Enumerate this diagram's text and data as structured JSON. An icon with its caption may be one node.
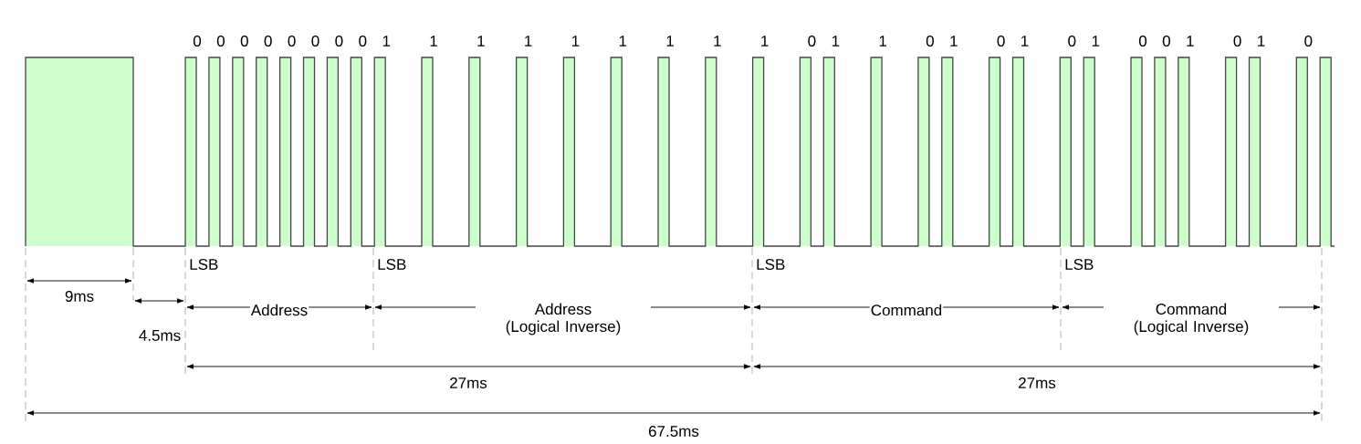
{
  "diagram": {
    "labels": [
      "0",
      "0",
      "0",
      "0",
      "0",
      "0",
      "0",
      "0",
      "1",
      "1",
      "1",
      "1",
      "1",
      "1",
      "1",
      "1",
      "1",
      "0",
      "1",
      "1",
      "0",
      "1",
      "0",
      "1",
      "0",
      "1",
      "0",
      "0",
      "1",
      "0",
      "1",
      "0",
      "LSB",
      "LSB",
      "LSB",
      "LSB",
      "9ms",
      "4.5ms",
      "Address",
      "Address (Logical Inverse)",
      "Command",
      "Command (Logical Inverse)",
      "27ms",
      "27ms",
      "67.5ms"
    ]
  }
}
